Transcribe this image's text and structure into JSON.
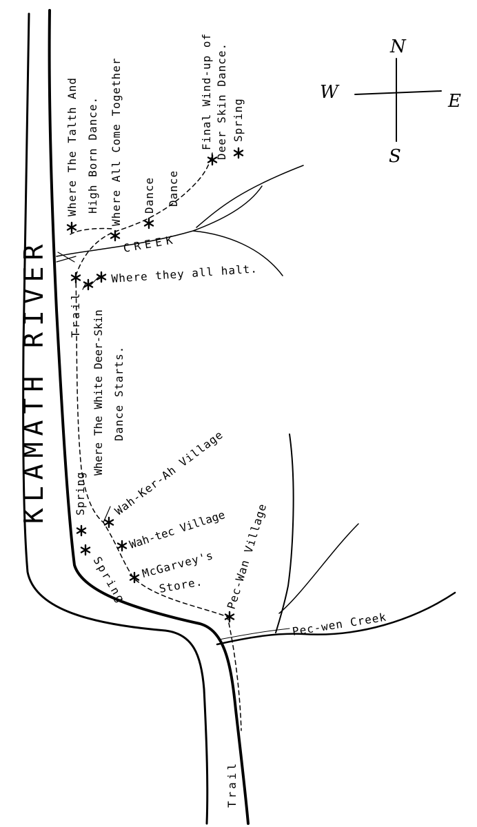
{
  "map": {
    "river": "KLAMATH RIVER",
    "compass": {
      "n": "N",
      "s": "S",
      "w": "W",
      "e": "E"
    },
    "labels": {
      "talth_1": "Where The Talth And",
      "talth_2": "High Born Dance.",
      "together": "Where All Come Together",
      "dance_1": "Dance",
      "dance_2": "Dance",
      "final_1": "Final Wind-up of",
      "final_2": "Deer Skin Dance.",
      "spring_top": "Spring",
      "creek": "CREEK",
      "halt": "Where they all halt.",
      "white_deer_1": "Where The White Deer-Skin",
      "white_deer_2": "Dance Starts.",
      "trail_top": "Trail",
      "spring_mid": "Spring",
      "wah_ker_ah": "Wah-Ker-Ah Village",
      "wah_tec": "Wah-tec Village",
      "mcgarvey_1": "McGarvey's",
      "mcgarvey_2": "Store.",
      "pec_wan": "Pec-Wan Village",
      "spring_low": "Spring",
      "pec_wen_creek": "Pec-wen Creek",
      "trail_bottom": "Trail"
    }
  }
}
